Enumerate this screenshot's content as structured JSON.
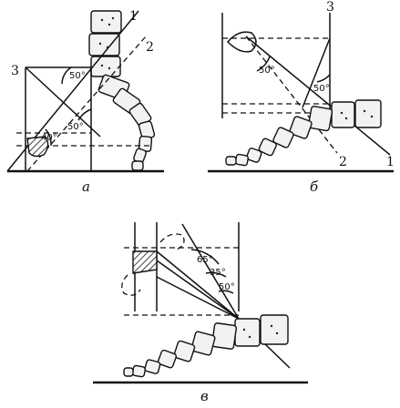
{
  "panel_a": {
    "caption": "а",
    "line_labels": [
      "1",
      "2",
      "3"
    ],
    "angles": [
      "50°",
      "50°",
      "40°"
    ]
  },
  "panel_b": {
    "caption": "б",
    "line_labels": [
      "3",
      "2",
      "1"
    ],
    "angles": [
      "50°",
      "50°"
    ]
  },
  "panel_c": {
    "caption": "в",
    "angles": [
      "65°",
      "35°",
      "50°"
    ]
  }
}
